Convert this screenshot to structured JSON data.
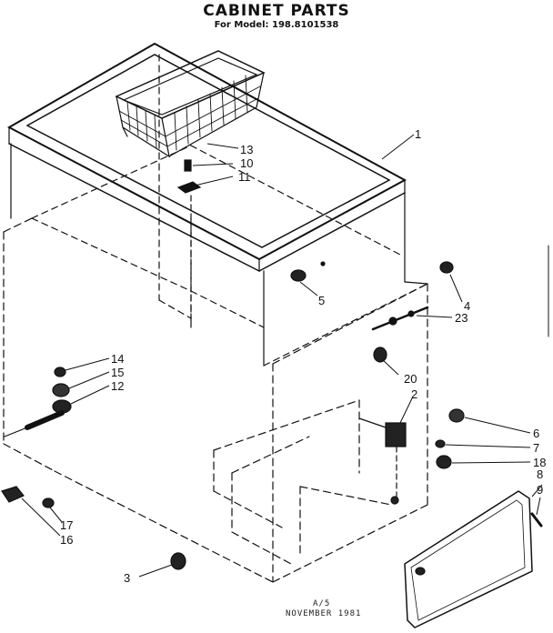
{
  "header": {
    "title": "CABINET PARTS",
    "model_line": "For Model: 198.8101538"
  },
  "callouts": [
    {
      "num": "1"
    },
    {
      "num": "2"
    },
    {
      "num": "3"
    },
    {
      "num": "4"
    },
    {
      "num": "5"
    },
    {
      "num": "6"
    },
    {
      "num": "7"
    },
    {
      "num": "8"
    },
    {
      "num": "9"
    },
    {
      "num": "10"
    },
    {
      "num": "11"
    },
    {
      "num": "12"
    },
    {
      "num": "13"
    },
    {
      "num": "14"
    },
    {
      "num": "15"
    },
    {
      "num": "16"
    },
    {
      "num": "17"
    },
    {
      "num": "18"
    },
    {
      "num": "20"
    },
    {
      "num": "23"
    }
  ],
  "footer": {
    "code": "A/5",
    "date": "NOVEMBER 1981"
  }
}
